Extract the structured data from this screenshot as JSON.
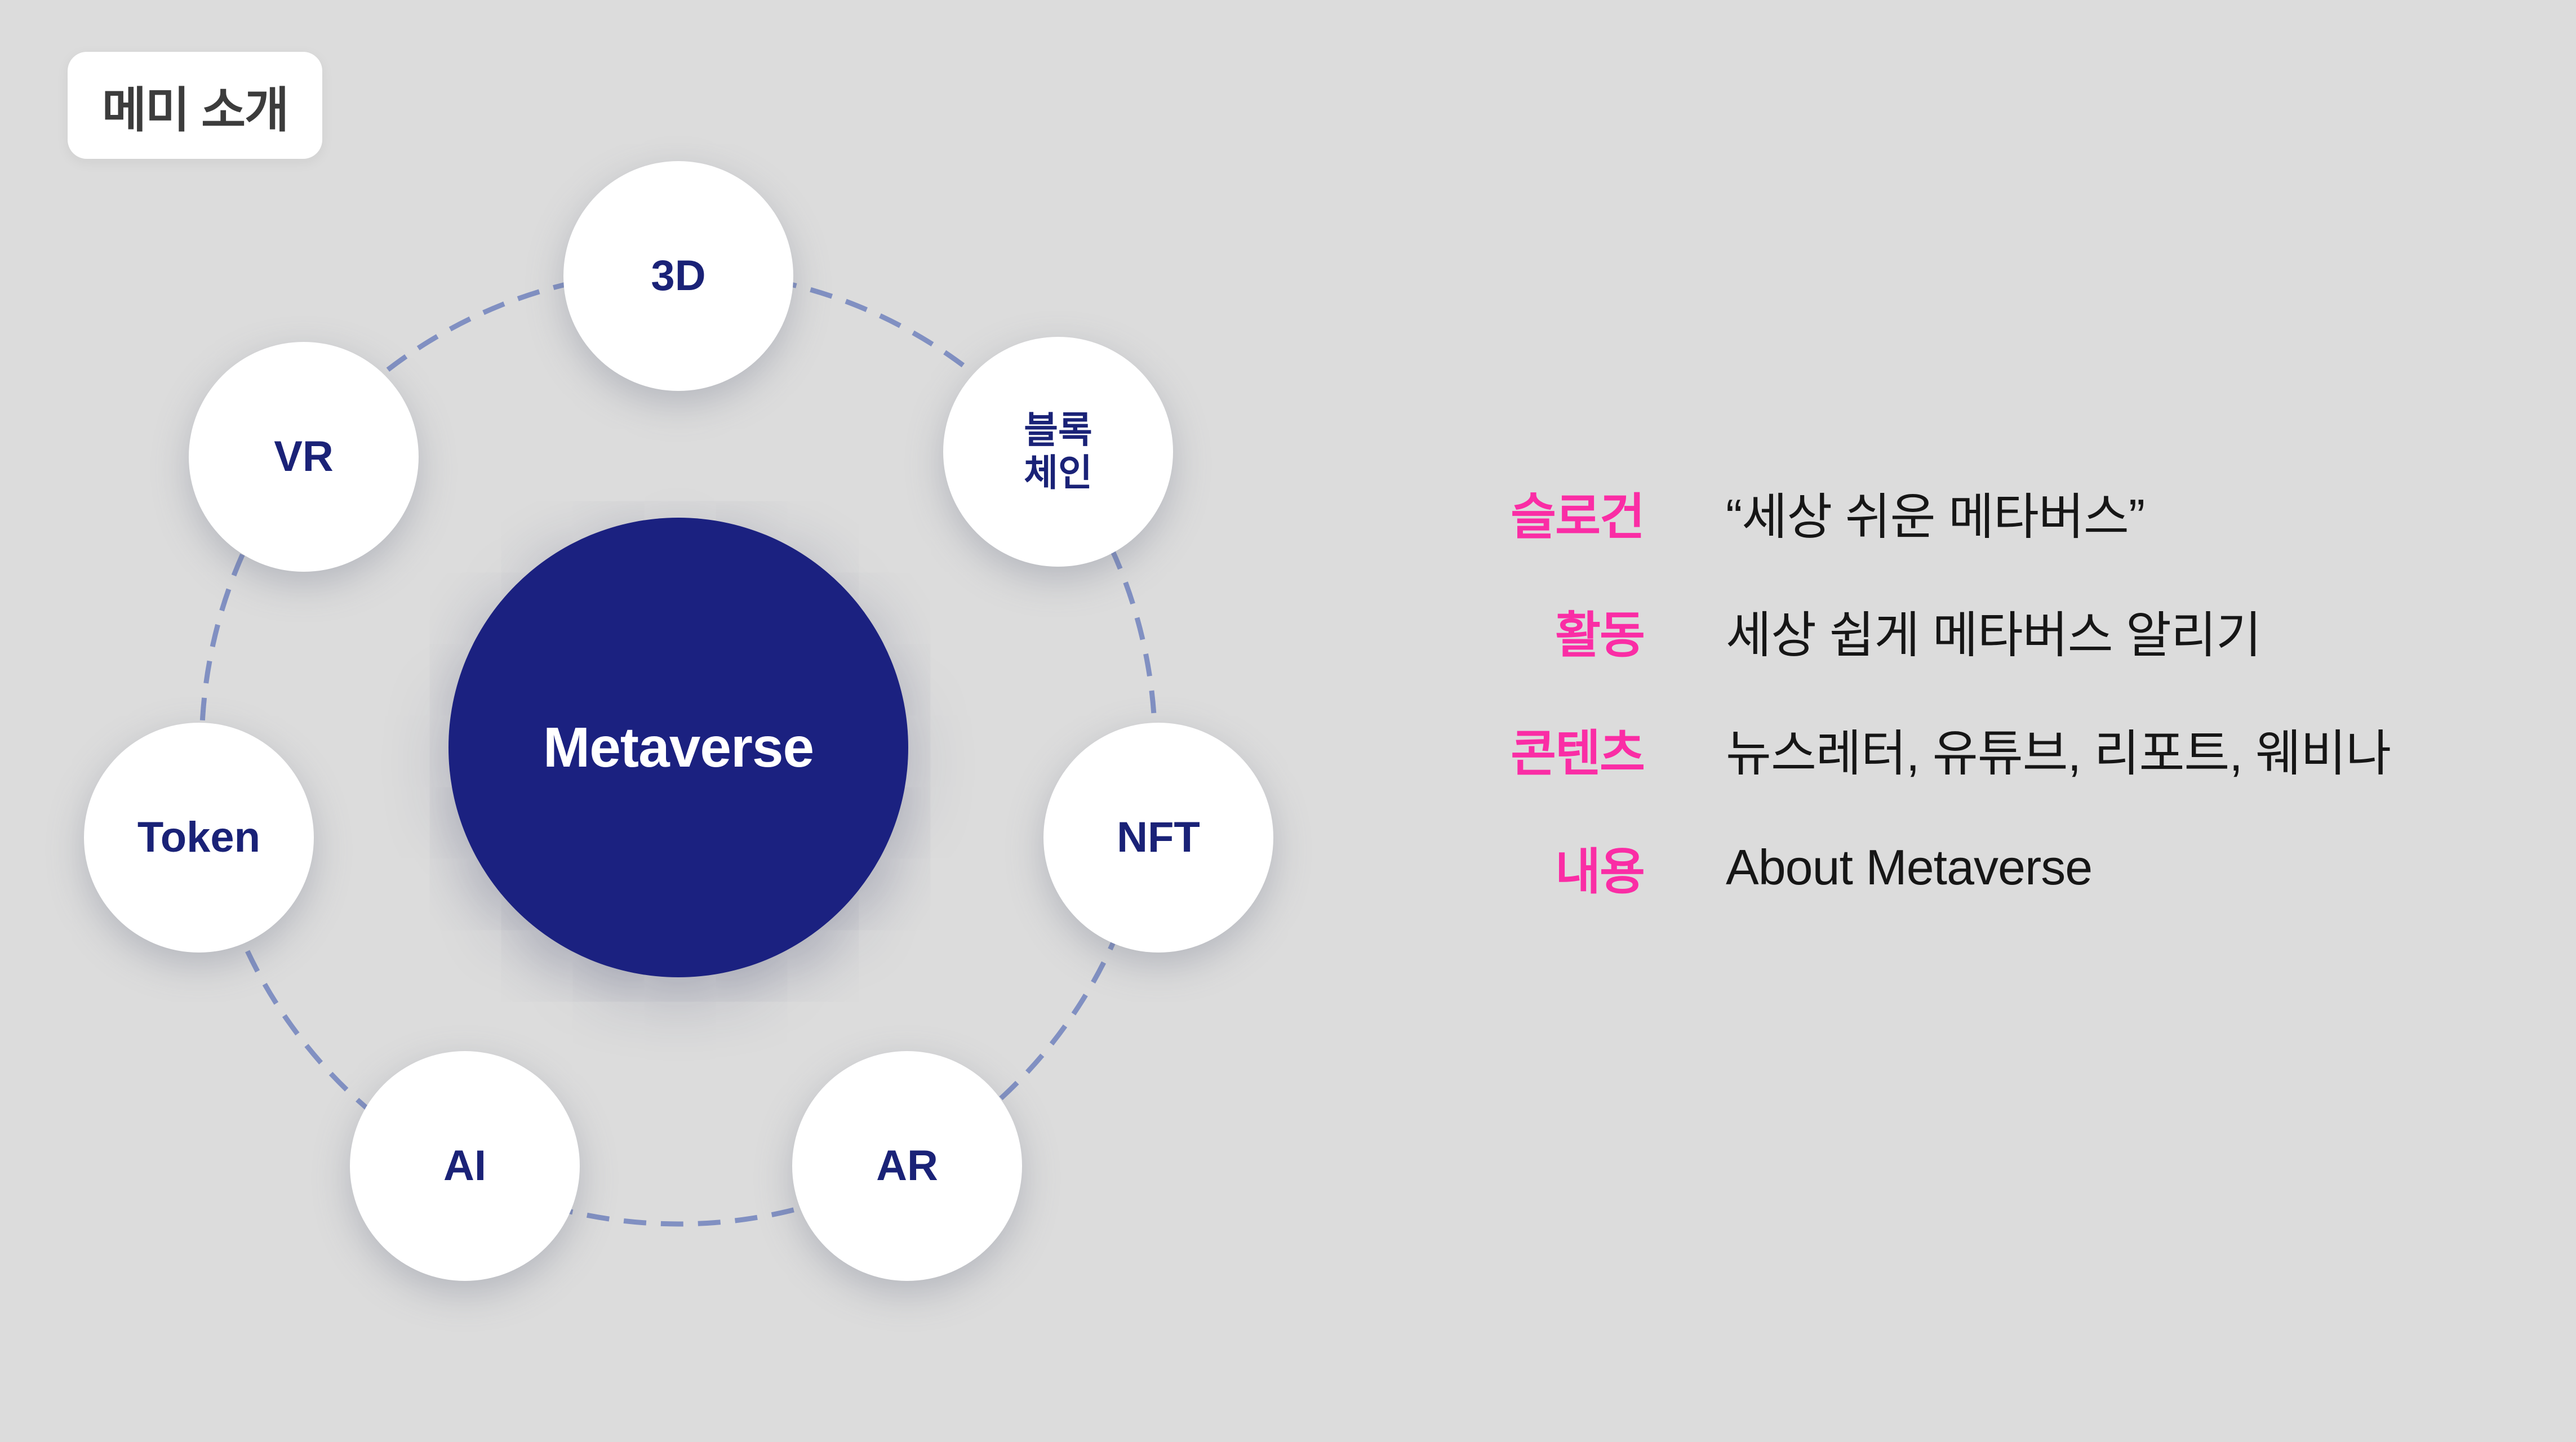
{
  "page": {
    "background_color": "#dcdcdc",
    "accent_pink": "#fa2da5",
    "accent_navy": "#1b2180",
    "ring_color": "#8190c2"
  },
  "badge": {
    "label": "메미 소개"
  },
  "diagram": {
    "center": {
      "label": "Metaverse",
      "fill_color": "#1b2180",
      "text_color": "#ffffff"
    },
    "ring_color": "#8190c2",
    "node_text_color": "#1a2277",
    "satellites": [
      {
        "id": "3d",
        "label": "3D"
      },
      {
        "id": "vr",
        "label": "VR"
      },
      {
        "id": "blockchain",
        "label": "블록\n체인"
      },
      {
        "id": "token",
        "label": "Token"
      },
      {
        "id": "nft",
        "label": "NFT"
      },
      {
        "id": "ai",
        "label": "AI"
      },
      {
        "id": "ar",
        "label": "AR"
      }
    ]
  },
  "info": {
    "label_color": "#fa2da5",
    "value_color": "#161616",
    "rows": [
      {
        "label": "슬로건",
        "value": "“세상 쉬운 메타버스”"
      },
      {
        "label": "활동",
        "value": "세상 쉽게 메타버스 알리기"
      },
      {
        "label": "콘텐츠",
        "value": "뉴스레터, 유튜브, 리포트, 웨비나"
      },
      {
        "label": "내용",
        "value": "About Metaverse"
      }
    ]
  }
}
